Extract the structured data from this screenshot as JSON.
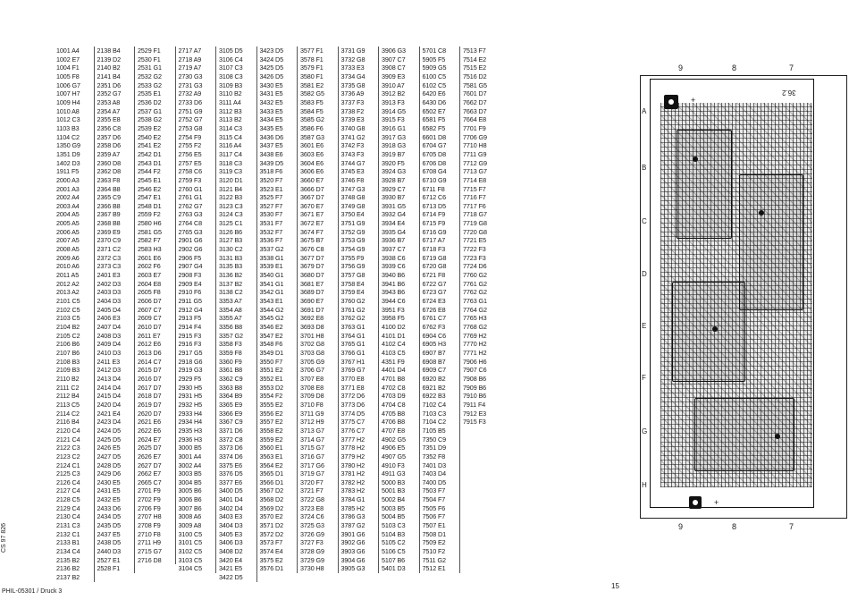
{
  "part_columns": [
    [
      "1001 A4",
      "1002 E7",
      "1004 F1",
      "1005 F8",
      "1006 G7",
      "1007 H7",
      "1009 H4",
      "1010 A8",
      "1012 C3",
      "1103 B3",
      "1104 C2",
      "1350 G9",
      "1351 D9",
      "1402 D3",
      "1911 F5",
      "2000 A3",
      "2001 A3",
      "2002 A4",
      "2003 A4",
      "2004 A5",
      "2005 A5",
      "2006 A5",
      "2007 A5",
      "2008 A5",
      "2009 A6",
      "2010 A6",
      "2011 A5",
      "2012 A2",
      "2013 A2",
      "2101 C5",
      "2102 C5",
      "2103 C5",
      "2104 B2",
      "2105 C2",
      "2106 B6",
      "2107 B6",
      "2108 B3",
      "2109 B3",
      "2110 B2",
      "2111 C2",
      "2112 B4",
      "2113 C5",
      "2114 C2",
      "2116 B4",
      "2120 C4",
      "2121 C4",
      "2122 C3",
      "2123 C2",
      "2124 C1",
      "2125 C3",
      "2126 C4",
      "2127 C4",
      "2128 C5",
      "2129 C4",
      "2130 C4",
      "2131 C3",
      "2132 C1",
      "2133 B1",
      "2134 C4",
      "2135 B2",
      "2136 B2",
      "2137 B2"
    ],
    [
      "2138 B4",
      "2139 D2",
      "2140 B2",
      "2141 B4",
      "2351 D6",
      "2352 G7",
      "2353 A8",
      "2354 A7",
      "2355 E8",
      "2356 C8",
      "2357 D6",
      "2358 D6",
      "2359 A7",
      "2360 D8",
      "2362 D8",
      "2363 F8",
      "2364 B8",
      "2365 C9",
      "2366 B8",
      "2367 B9",
      "2368 B8",
      "2369 E9",
      "2370 C9",
      "2371 C2",
      "2372 C3",
      "2373 C3",
      "2401 E3",
      "2402 D3",
      "2403 D3",
      "2404 D3",
      "2405 D4",
      "2406 E3",
      "2407 D4",
      "2408 D3",
      "2409 D4",
      "2410 D3",
      "2411 E3",
      "2412 D3",
      "2413 D4",
      "2414 D4",
      "2415 D4",
      "2420 D4",
      "2421 E4",
      "2423 D4",
      "2424 D5",
      "2425 D5",
      "2426 E5",
      "2427 D5",
      "2428 D5",
      "2429 D6",
      "2430 E5",
      "2431 E5",
      "2432 E5",
      "2433 D6",
      "2434 D5",
      "2435 D5",
      "2437 E5",
      "2438 D5",
      "2440 D3",
      "2527 E1",
      "2528 F1"
    ],
    [
      "2529 F1",
      "2530 F1",
      "2531 G1",
      "2532 G2",
      "2533 G2",
      "2535 E1",
      "2536 D2",
      "2537 G1",
      "2538 G2",
      "2539 E2",
      "2540 E2",
      "2541 E2",
      "2542 D1",
      "2543 D1",
      "2544 F2",
      "2545 E1",
      "2546 E2",
      "2547 E1",
      "2548 D1",
      "2559 F2",
      "2580 H6",
      "2581 G5",
      "2582 F7",
      "2583 H3",
      "2601 E6",
      "2602 F6",
      "2603 E7",
      "2604 E8",
      "2605 F8",
      "2606 D7",
      "2607 C7",
      "2609 C7",
      "2610 D7",
      "2611 E7",
      "2612 E6",
      "2613 D6",
      "2614 C7",
      "2615 D7",
      "2616 D7",
      "2617 D7",
      "2618 D7",
      "2619 D7",
      "2620 D7",
      "2621 E6",
      "2622 E6",
      "2624 E7",
      "2625 D7",
      "2626 E7",
      "2627 D7",
      "2662 E7",
      "2665 C7",
      "2701 F9",
      "2702 F9",
      "2706 F9",
      "2707 H8",
      "2708 F9",
      "2710 F8",
      "2711 H9",
      "2715 G7",
      "2716 D8"
    ],
    [
      "2717 A7",
      "2718 A9",
      "2719 A7",
      "2730 G3",
      "2731 G3",
      "2732 A9",
      "2733 D6",
      "2751 G9",
      "2752 G7",
      "2753 G8",
      "2754 F9",
      "2755 F2",
      "2756 E5",
      "2757 E5",
      "2758 C6",
      "2759 F3",
      "2760 G1",
      "2761 G1",
      "2762 G7",
      "2763 G3",
      "2764 C8",
      "2765 G3",
      "2901 G6",
      "2902 G6",
      "2906 F5",
      "2907 G4",
      "2908 F3",
      "2909 E4",
      "2910 F6",
      "2911 G5",
      "2912 G4",
      "2913 F5",
      "2914 F4",
      "2915 F3",
      "2916 F3",
      "2917 G5",
      "2918 G6",
      "2919 G3",
      "2929 F5",
      "2930 H5",
      "2931 H5",
      "2932 H5",
      "2933 H4",
      "2934 H4",
      "2935 H3",
      "2936 H3",
      "3000 B5",
      "3001 A4",
      "3002 A4",
      "3003 B5",
      "3004 B5",
      "3005 B6",
      "3006 B6",
      "3007 B6",
      "3008 A6",
      "3009 A8",
      "3100 C5",
      "3101 C5",
      "3102 C5",
      "3103 C5",
      "3104 C5"
    ],
    [
      "3105 D5",
      "3106 C4",
      "3107 C3",
      "3108 C3",
      "3109 B3",
      "3110 B2",
      "3111 A4",
      "3112 B3",
      "3113 B2",
      "3114 C3",
      "3115 C4",
      "3116 A4",
      "3117 C4",
      "3118 C3",
      "3119 C3",
      "3120 D1",
      "3121 B4",
      "3122 B3",
      "3123 C3",
      "3124 C3",
      "3125 C1",
      "3126 B6",
      "3127 B3",
      "3130 C2",
      "3131 B3",
      "3135 B3",
      "3136 B2",
      "3137 B2",
      "3138 C2",
      "3353 A7",
      "3354 A8",
      "3355 A7",
      "3356 B8",
      "3357 G2",
      "3358 F3",
      "3359 F8",
      "3360 F9",
      "3361 B8",
      "3362 C9",
      "3363 B8",
      "3364 B9",
      "3365 E9",
      "3366 E9",
      "3367 C9",
      "3371 D6",
      "3372 C8",
      "3373 D6",
      "3374 D6",
      "3375 E6",
      "3376 D5",
      "3377 E6",
      "3400 D5",
      "3401 D4",
      "3402 D4",
      "3403 E3",
      "3404 D3",
      "3405 E3",
      "3406 D3",
      "3408 D2",
      "3420 E4",
      "3421 E5",
      "3422 D5"
    ],
    [
      "3423 D5",
      "3424 D5",
      "3425 D5",
      "3426 D5",
      "3430 E5",
      "3431 E5",
      "3432 E5",
      "3433 E5",
      "3434 E5",
      "3435 E5",
      "3436 D6",
      "3437 E5",
      "3438 E6",
      "3439 D5",
      "3518 F6",
      "3520 F7",
      "3523 E1",
      "3525 F7",
      "3527 F7",
      "3530 F7",
      "3531 F7",
      "3532 F7",
      "3536 F7",
      "3537 G2",
      "3538 G1",
      "3539 E1",
      "3540 G1",
      "3541 G1",
      "3542 G1",
      "3543 E1",
      "3544 G2",
      "3545 G2",
      "3546 E2",
      "3547 E2",
      "3548 F6",
      "3549 D1",
      "3550 F7",
      "3551 E2",
      "3552 E1",
      "3553 D2",
      "3554 F2",
      "3555 E2",
      "3556 E2",
      "3557 E2",
      "3558 E2",
      "3559 E2",
      "3560 E1",
      "3563 E1",
      "3564 E2",
      "3565 D1",
      "3566 D1",
      "3567 D2",
      "3568 D2",
      "3569 D2",
      "3570 E2",
      "3571 D2",
      "3572 D2",
      "3573 F7",
      "3574 E4",
      "3575 E2",
      "3576 D1"
    ],
    [
      "3577 F1",
      "3578 F1",
      "3579 F1",
      "3580 F1",
      "3581 E2",
      "3582 G5",
      "3583 F5",
      "3584 F5",
      "3585 G2",
      "3586 F6",
      "3587 G3",
      "3601 E6",
      "3603 E6",
      "3604 E6",
      "3606 E6",
      "3660 E7",
      "3666 D7",
      "3667 D7",
      "3670 E7",
      "3671 E7",
      "3672 E7",
      "3674 F7",
      "3675 B7",
      "3676 C8",
      "3677 D7",
      "3679 D7",
      "3680 D7",
      "3681 E7",
      "3689 D7",
      "3690 E7",
      "3691 D7",
      "3692 E8",
      "3693 D8",
      "3701 H8",
      "3702 G8",
      "3703 G8",
      "3705 G9",
      "3706 G7",
      "3707 E8",
      "3708 E8",
      "3709 D8",
      "3710 F8",
      "3711 G9",
      "3712 H9",
      "3713 G7",
      "3714 G7",
      "3715 G7",
      "3716 G7",
      "3717 G6",
      "3719 G7",
      "3720 F7",
      "3721 F7",
      "3722 G8",
      "3723 E8",
      "3724 C6",
      "3725 G3",
      "3726 G9",
      "3727 F3",
      "3728 G9",
      "3729 G9",
      "3730 H8"
    ],
    [
      "3731 G9",
      "3732 G8",
      "3733 E3",
      "3734 G4",
      "3735 G8",
      "3736 A9",
      "3737 F3",
      "3738 F2",
      "3739 E3",
      "3740 G8",
      "3741 G2",
      "3742 F3",
      "3743 F3",
      "3744 G7",
      "3745 E3",
      "3746 F8",
      "3747 G3",
      "3748 G8",
      "3749 G8",
      "3750 E4",
      "3751 G9",
      "3752 G9",
      "3753 G9",
      "3754 G9",
      "3755 F9",
      "3756 G9",
      "3757 G8",
      "3758 E4",
      "3759 E4",
      "3760 G2",
      "3761 G2",
      "3762 G2",
      "3763 G1",
      "3764 G1",
      "3765 G1",
      "3766 G1",
      "3767 H1",
      "3769 G7",
      "3770 E8",
      "3771 E8",
      "3772 D6",
      "3773 D6",
      "3774 D5",
      "3775 C7",
      "3776 C7",
      "3777 H2",
      "3778 H2",
      "3779 H2",
      "3780 H2",
      "3781 H2",
      "3782 H2",
      "3783 H2",
      "3784 G1",
      "3785 H2",
      "3786 G3",
      "3787 G2",
      "3901 G6",
      "3902 G6",
      "3903 G6",
      "3904 G6",
      "3905 G3"
    ],
    [
      "3906 G3",
      "3907 C7",
      "3908 C7",
      "3909 E3",
      "3910 A7",
      "3912 B2",
      "3913 F3",
      "3914 G5",
      "3915 F3",
      "3916 G1",
      "3917 G3",
      "3918 G3",
      "3919 B7",
      "3920 F5",
      "3924 G3",
      "3928 B7",
      "3929 C7",
      "3930 B7",
      "3931 G5",
      "3932 G4",
      "3934 E4",
      "3935 G4",
      "3936 B7",
      "3937 C7",
      "3938 C6",
      "3939 C6",
      "3940 B6",
      "3941 B6",
      "3943 B6",
      "3944 C6",
      "3951 F3",
      "3958 F5",
      "4100 D2",
      "4101 D1",
      "4102 C4",
      "4103 C5",
      "4351 F9",
      "4401 D4",
      "4701 B8",
      "4702 C8",
      "4703 D9",
      "4704 C8",
      "4705 B8",
      "4706 B8",
      "4707 E8",
      "4902 G5",
      "4906 E5",
      "4907 G5",
      "4910 F3",
      "4911 G3",
      "5000 B3",
      "5001 B3",
      "5002 B4",
      "5003 B5",
      "5004 B5",
      "5103 C3",
      "5104 B3",
      "5105 C2",
      "5106 C5",
      "5107 B6",
      "5401 D3"
    ],
    [
      "5701 C8",
      "5905 F5",
      "5909 G5",
      "6100 C5",
      "6102 C5",
      "6420 E6",
      "6430 D6",
      "6502 E7",
      "6581 F5",
      "6582 F5",
      "6601 D8",
      "6704 G7",
      "6705 D8",
      "6706 D8",
      "6708 G4",
      "6710 G9",
      "6711 F8",
      "6712 C6",
      "6713 D5",
      "6714 F9",
      "6715 F9",
      "6716 G9",
      "6717 A7",
      "6718 F3",
      "6719 G8",
      "6720 G8",
      "6721 F8",
      "6722 G7",
      "6723 G7",
      "6724 E3",
      "6726 E8",
      "6761 C7",
      "6762 F3",
      "6904 C6",
      "6905 H3",
      "6907 B7",
      "6908 B7",
      "6909 C7",
      "6920 B2",
      "6921 B2",
      "6922 B3",
      "7102 C4",
      "7103 C3",
      "7104 C2",
      "7105 B5",
      "7350 C9",
      "7351 D9",
      "7352 F8",
      "7401 D3",
      "7403 D4",
      "7400 D5",
      "7503 F7",
      "7504 F7",
      "7505 F6",
      "7506 F7",
      "7507 E1",
      "7508 D1",
      "7509 E2",
      "7510 F2",
      "7511 G2",
      "7512 E1"
    ],
    [
      "7513 F7",
      "7514 E2",
      "7515 E2",
      "7516 D2",
      "7581 G5",
      "7601 D7",
      "7662 D7",
      "7663 D7",
      "7664 E8",
      "7701 F9",
      "7706 G9",
      "7710 H8",
      "7711 G9",
      "7712 G9",
      "7713 G7",
      "7714 E8",
      "7715 F7",
      "7716 F7",
      "7717 F6",
      "7718 G7",
      "7719 G8",
      "7720 G8",
      "7721 E5",
      "7722 F3",
      "7723 F3",
      "7724 D6",
      "7760 G2",
      "7761 G2",
      "7762 G2",
      "7763 G1",
      "7764 G2",
      "7765 H3",
      "7768 G2",
      "7769 H2",
      "7770 H2",
      "7771 H2",
      "7906 H6",
      "7907 C6",
      "7908 B6",
      "7909 B6",
      "7910 B6",
      "7911 F4",
      "7912 E3",
      "7915 F3"
    ]
  ],
  "vertical_code": "CS 97 826",
  "footer": {
    "left": "PHIL-05301 / Druck 3",
    "page_number": "15"
  },
  "pcb": {
    "column_labels_top": [
      "9",
      "8",
      "7"
    ],
    "column_labels_bottom": [
      "9",
      "8",
      "7"
    ],
    "row_labels": [
      "A",
      "B",
      "C",
      "D",
      "E",
      "F",
      "G",
      "H"
    ],
    "board_ref": "36.2",
    "plus_sign": "+"
  }
}
